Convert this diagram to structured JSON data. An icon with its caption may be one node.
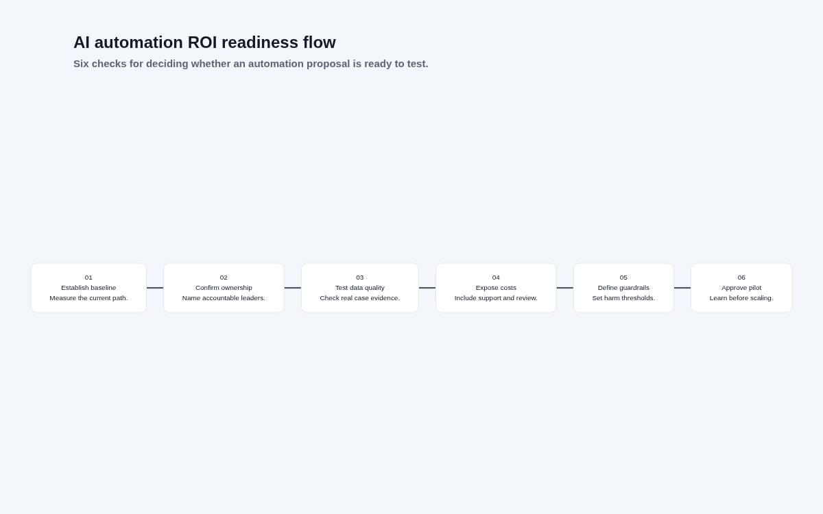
{
  "diagram": {
    "title": "AI automation ROI readiness flow",
    "caption": "Six checks for deciding whether an automation proposal is ready to test.",
    "nodes": [
      {
        "text": [
          "01",
          "Establish baseline",
          "Measure the current path."
        ]
      },
      {
        "text": [
          "02",
          "Confirm ownership",
          "Name accountable leaders."
        ]
      },
      {
        "text": [
          "03",
          "Test data quality",
          "Check real case evidence."
        ]
      },
      {
        "text": [
          "04",
          "Expose costs",
          "Include support and review."
        ]
      },
      {
        "text": [
          "05",
          "Define guardrails",
          "Set harm thresholds."
        ]
      },
      {
        "text": [
          "06",
          "Approve pilot",
          "Learn before scaling."
        ]
      }
    ],
    "edges": [
      {
        "from": 0,
        "to": 1,
        "arrow": "none"
      },
      {
        "from": 1,
        "to": 2,
        "arrow": "none"
      },
      {
        "from": 2,
        "to": 3,
        "arrow": "none"
      },
      {
        "from": 3,
        "to": 4,
        "arrow": "none"
      },
      {
        "from": 4,
        "to": 5,
        "arrow": "none"
      }
    ]
  }
}
